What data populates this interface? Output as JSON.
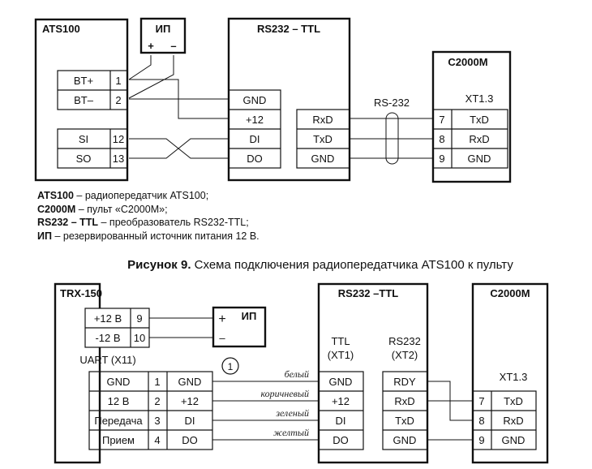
{
  "figure9": {
    "ats100": {
      "title": "ATS100",
      "pins": [
        {
          "label": "BT+",
          "num": "1"
        },
        {
          "label": "BT–",
          "num": "2"
        },
        {
          "label": "SI",
          "num": "12"
        },
        {
          "label": "SO",
          "num": "13"
        }
      ]
    },
    "psu": {
      "title": "ИП",
      "plus": "+",
      "minus": "–"
    },
    "converter": {
      "title": "RS232 – TTL",
      "ttl_pins": [
        "GND",
        "+12",
        "DI",
        "DO"
      ],
      "rs232_pins": [
        "RxD",
        "TxD",
        "GND"
      ]
    },
    "cable_label": "RS-232",
    "c2000m": {
      "title": "C2000M",
      "connector": "XT1.3",
      "pins": [
        {
          "num": "7",
          "label": "TxD"
        },
        {
          "num": "8",
          "label": "RxD"
        },
        {
          "num": "9",
          "label": "GND"
        }
      ]
    },
    "legend": [
      {
        "term": "ATS100",
        "desc": " – радиопередатчик ATS100;"
      },
      {
        "term": "C2000M",
        "desc": " – пульт «С2000М»;"
      },
      {
        "term": "RS232 – TTL",
        "desc": " – преобразователь RS232-TTL;"
      },
      {
        "term": "ИП",
        "desc": " – резервированный источник питания 12 В."
      }
    ],
    "caption_num": "Рисунок 9.",
    "caption_text": " Схема подключения радиопередатчика ATS100 к пульту"
  },
  "figure10": {
    "trx": {
      "title": "TRX-150",
      "power_pins": [
        {
          "label": "+12 В",
          "num": "9"
        },
        {
          "label": "-12 В",
          "num": "10"
        }
      ],
      "uart_label": "UART (X11)",
      "uart_pins": [
        {
          "label": "GND",
          "num": "1",
          "signal": "GND"
        },
        {
          "label": "12 В",
          "num": "2",
          "signal": "+12"
        },
        {
          "label": "Передача",
          "num": "3",
          "signal": "DI"
        },
        {
          "label": "Прием",
          "num": "4",
          "signal": "DO"
        }
      ]
    },
    "psu": {
      "title": "ИП",
      "plus": "+",
      "minus": "–"
    },
    "marker": "1",
    "wire_colors": [
      "белый",
      "коричневый",
      "зеленый",
      "желтый"
    ],
    "converter": {
      "title": "RS232 –TTL",
      "ttl_label_1": "TTL",
      "ttl_label_2": "(XT1)",
      "rs232_label_1": "RS232",
      "rs232_label_2": "(XT2)",
      "ttl_pins": [
        "GND",
        "+12",
        "DI",
        "DO"
      ],
      "rs232_pins": [
        "RDY",
        "RxD",
        "TxD",
        "GND"
      ]
    },
    "c2000m": {
      "title": "C2000M",
      "connector": "XT1.3",
      "pins": [
        {
          "num": "7",
          "label": "TxD"
        },
        {
          "num": "8",
          "label": "RxD"
        },
        {
          "num": "9",
          "label": "GND"
        }
      ]
    }
  }
}
